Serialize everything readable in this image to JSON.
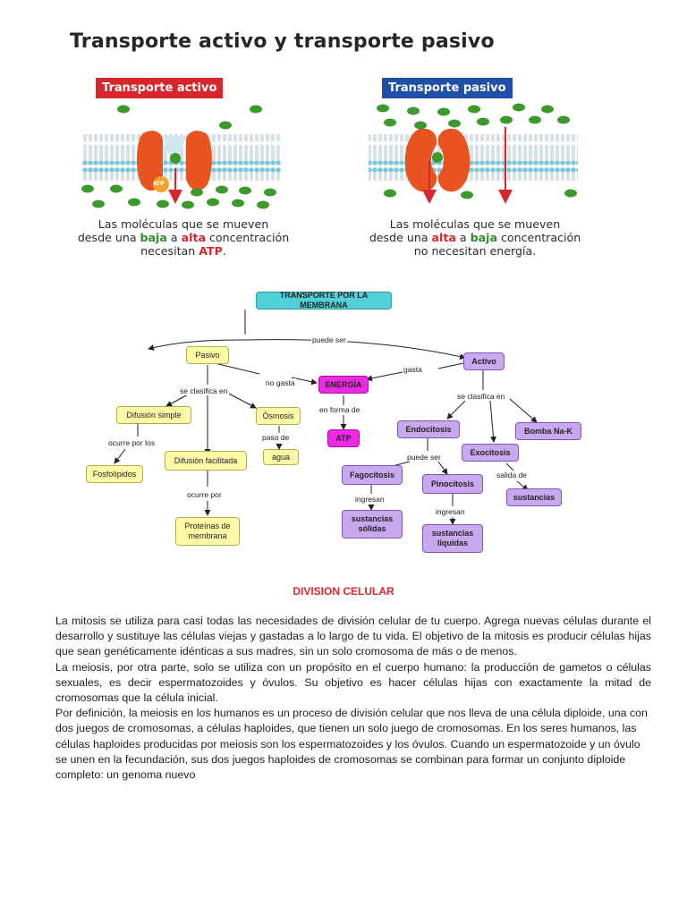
{
  "figure1": {
    "title": "Transporte activo y transporte pasivo",
    "active": {
      "label": "Transporte activo",
      "atp": "ATP",
      "caption": {
        "l1": "Las moléculas que se mueven",
        "l2_pre": "desde una ",
        "l2_w1": "baja",
        "l2_mid": " a ",
        "l2_w2": "alta",
        "l2_post": " concentración",
        "l3_pre": "necesitan ",
        "l3_w": "ATP",
        "l3_post": "."
      }
    },
    "passive": {
      "label": "Transporte pasivo",
      "caption": {
        "l1": "Las moléculas que se mueven",
        "l2_pre": "desde una ",
        "l2_w1": "alta",
        "l2_mid": " a ",
        "l2_w2": "baja",
        "l2_post": " concentración",
        "l3": "no necesitan energía."
      }
    },
    "colors": {
      "protein": "#e8531f",
      "molecule": "#3c9a2c",
      "membrane": "#7cc6da",
      "arrow": "#d8262d"
    }
  },
  "concept_map": {
    "nodes": {
      "root": "TRANSPORTE POR LA MEMBRANA",
      "pasivo": "Pasivo",
      "activo": "Activo",
      "energia": "ENERGÍA",
      "atp": "ATP",
      "difusion_simple": "Difusión simple",
      "osmosis": "Ósmosis",
      "agua": "agua",
      "fosfolipidos": "Fosfolípidos",
      "difusion_facilitada": "Difusión facilitada",
      "proteinas": "Proteínas de membrana",
      "endocitosis": "Endocitosis",
      "exocitosis": "Exocitosis",
      "bomba": "Bomba Na-K",
      "fagocitosis": "Fagocitosis",
      "pinocitosis": "Pinocitosis",
      "sust_solidas": "sustancias sólidas",
      "sust_liquidas": "sustancias líquidas",
      "sustancias": "sustancias"
    },
    "links": {
      "puede_ser": "puede ser",
      "gasta": "gasta",
      "no_gasta": "no gasta",
      "se_clasifica_en_left": "se clasifica en",
      "se_clasifica_en_right": "se clasifica en",
      "en_forma_de": "en forma de",
      "paso_de": "paso de",
      "ocurre_por_los": "ocurre por los",
      "ocurre_por": "ocurre por",
      "puede_ser_2": "puede ser",
      "ingresan_1": "ingresan",
      "ingresan_2": "ingresan",
      "salida_de": "salida de"
    },
    "colors": {
      "cyan": "#52d0d8",
      "yellow": "#fffaa8",
      "purple": "#c9a8f0",
      "magenta": "#ee2ae6"
    }
  },
  "section": {
    "title": "DIVISION CELULAR",
    "paragraphs": [
      "La mitosis se utiliza para casi todas las necesidades de división celular de tu cuerpo. Agrega nuevas células durante el desarrollo y sustituye las células viejas y gastadas a lo largo de tu vida. El objetivo de la mitosis es producir células hijas que sean genéticamente idénticas a sus madres, sin un solo cromosoma de más o de menos.",
      "La meiosis, por otra parte, solo se utiliza con un propósito en el cuerpo humano: la producción de gametos o células sexuales, es decir espermatozoides y óvulos. Su objetivo es hacer células hijas con exactamente la mitad de cromosomas que la célula inicial.",
      "Por definición, la meiosis en los humanos es un proceso de división celular que nos lleva de una célula diploide, una con dos juegos de cromosomas, a células haploides, que tienen un solo juego de cromosomas. En los seres humanos, las células haploides producidas por meiosis son los espermatozoides y los óvulos. Cuando un espermatozoide y un óvulo se unen en la fecundación, sus dos juegos haploides de cromosomas se combinan para formar un conjunto diploide completo: un genoma nuevo"
    ]
  }
}
